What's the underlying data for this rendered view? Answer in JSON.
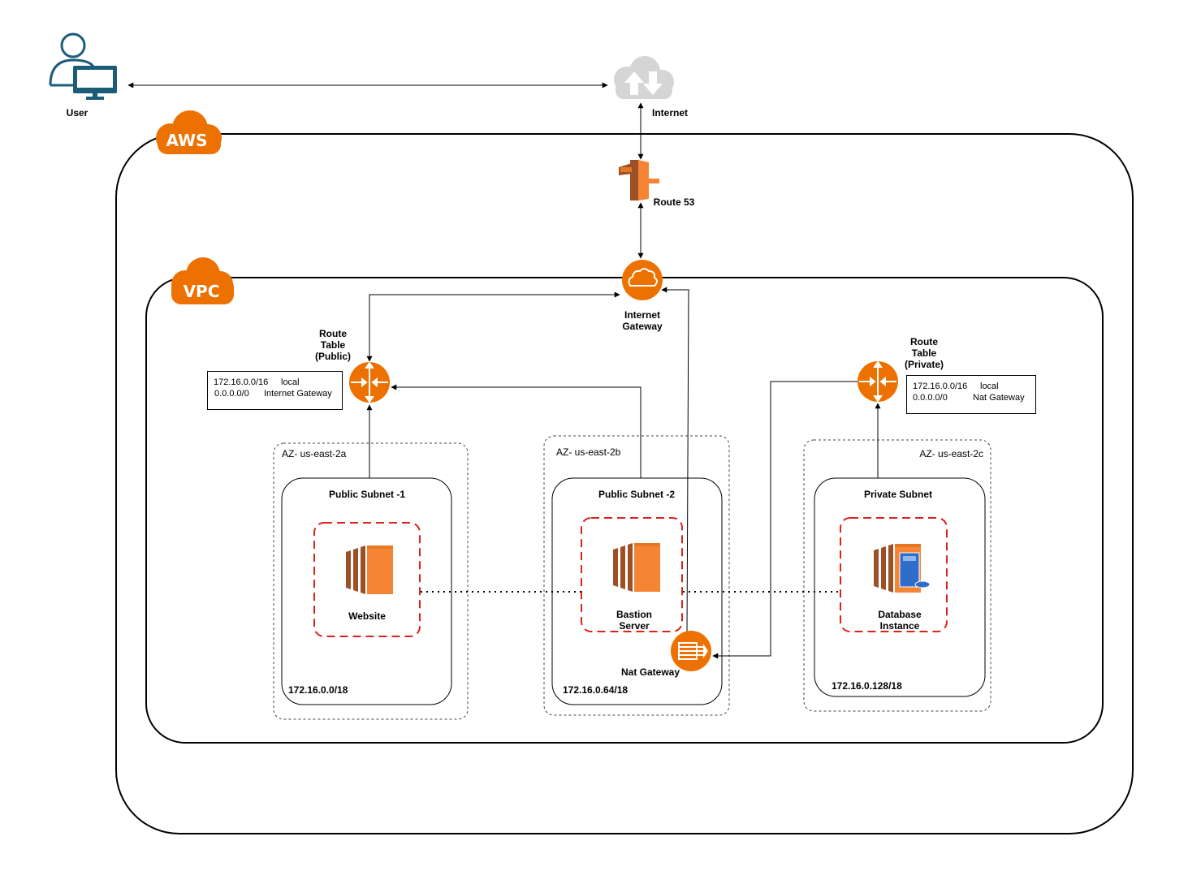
{
  "colors": {
    "aws_orange": "#ED7100",
    "instance_orange": "#E57824",
    "cloud_gray": "#D5D5D5",
    "user_teal": "#1D5C78",
    "security_group_red": "#D9231C"
  },
  "user": {
    "label": "User",
    "icon": "user-computer-icon"
  },
  "internet": {
    "label": "Internet",
    "icon": "cloud-upload-download-icon"
  },
  "aws": {
    "badge": "AWS",
    "icon": "aws-cloud-badge"
  },
  "route53": {
    "label": "Route 53",
    "icon": "route53-icon"
  },
  "vpc": {
    "badge": "VPC",
    "icon": "vpc-cloud-badge"
  },
  "internet_gateway": {
    "label": "Internet\nGateway",
    "icon": "internet-gateway-icon"
  },
  "route_table_public": {
    "label": "Route\nTable\n(Public)",
    "icon": "router-icon",
    "routes": [
      {
        "destination": "172.16.0.0/16",
        "target": "local"
      },
      {
        "destination": "0.0.0.0/0",
        "target": "Internet Gateway"
      }
    ]
  },
  "route_table_private": {
    "label": "Route\nTable\n(Private)",
    "icon": "router-icon",
    "routes": [
      {
        "destination": "172.16.0.0/16",
        "target": "local"
      },
      {
        "destination": "0.0.0.0/0",
        "target": "Nat Gateway"
      }
    ]
  },
  "availability_zones": [
    {
      "label": "AZ- us-east-2a"
    },
    {
      "label": "AZ- us-east-2b"
    },
    {
      "label": "AZ- us-east-2c"
    }
  ],
  "subnets": [
    {
      "title": "Public Subnet -1",
      "cidr": "172.16.0.0/18",
      "instance_label": "Website",
      "instance_icon": "ec2-instance-icon"
    },
    {
      "title": "Public Subnet -2",
      "cidr": "172.16.0.64/18",
      "instance_label": "Bastion\nServer",
      "instance_icon": "ec2-instance-icon"
    },
    {
      "title": "Private Subnet",
      "cidr": "172.16.0.128/18",
      "instance_label": "Database\nInstance",
      "instance_icon": "ec2-database-instance-icon"
    }
  ],
  "nat_gateway": {
    "label": "Nat Gateway",
    "icon": "nat-gateway-icon"
  }
}
